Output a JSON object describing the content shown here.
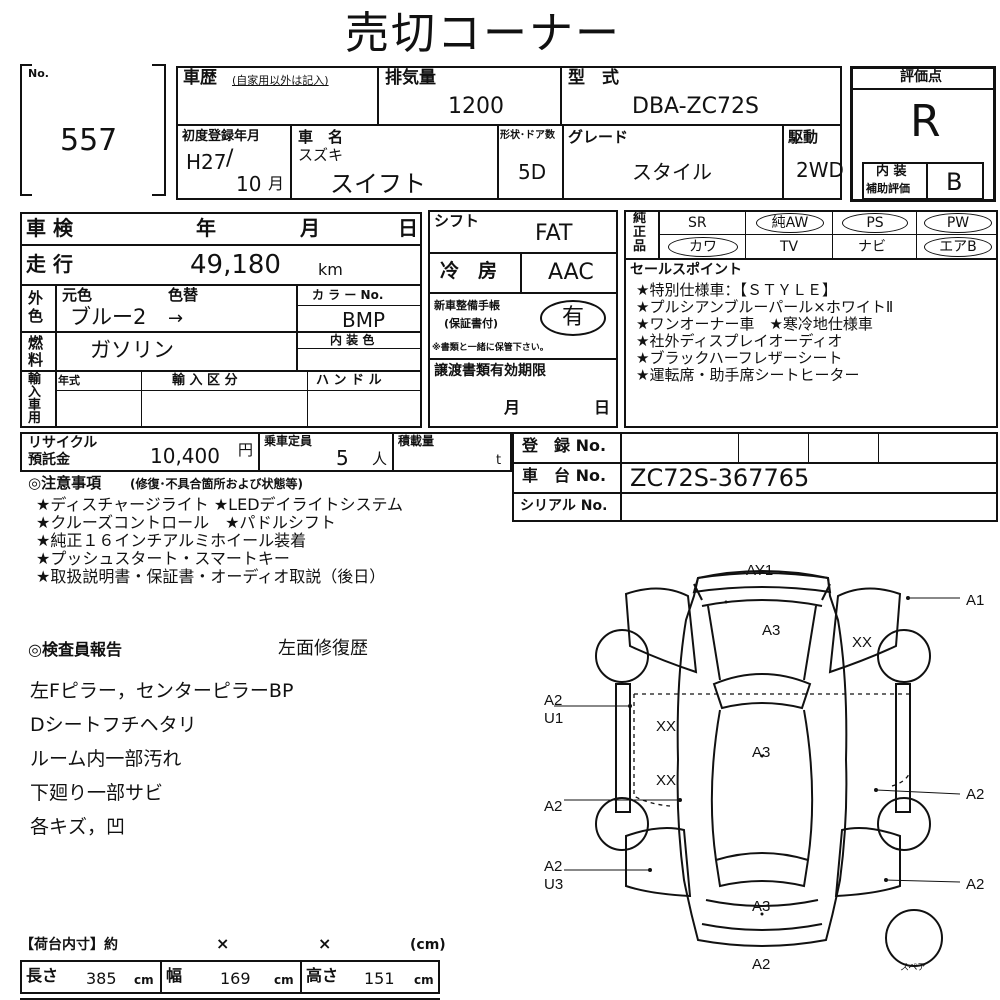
{
  "title": "売切コーナー",
  "no_label": "No.",
  "no_value": "557",
  "history": {
    "label": "車歴",
    "note": "(自家用以外は記入)"
  },
  "displacement": {
    "label": "排気量",
    "value": "1200"
  },
  "model": {
    "label": "型　式",
    "value": "DBA-ZC72S"
  },
  "rating": {
    "label": "評価点",
    "value": "R",
    "interior_label_1": "内 装",
    "interior_label_2": "補助評価",
    "interior_value": "B"
  },
  "first_reg": {
    "label": "初度登録年月",
    "era": "H27",
    "month_num": "10",
    "month_unit": "月"
  },
  "car_name": {
    "label": "車　名",
    "maker": "スズキ",
    "name": "スイフト"
  },
  "doors": {
    "label": "形状･ドア数",
    "value": "5D"
  },
  "grade": {
    "label": "グレード",
    "value": "スタイル"
  },
  "drive": {
    "label": "駆動",
    "value": "2WD"
  },
  "inspection": {
    "label": "車 検",
    "year": "年",
    "month": "月",
    "day": "日"
  },
  "mileage": {
    "label": "走 行",
    "value": "49,180",
    "unit": "km"
  },
  "color": {
    "side": "外色",
    "original_label": "元色",
    "changed_label": "色替",
    "value": "ブルー2",
    "arrow": "→",
    "code_label": "カ ラ ー No.",
    "code_value": "BMP"
  },
  "fuel": {
    "side": "燃料",
    "value": "ガソリン",
    "interior_color_label": "内 装 色"
  },
  "import": {
    "side": "輸入車用",
    "year_label": "年式",
    "division_label": "輸 入 区 分",
    "handle_label": "ハ ン ド ル"
  },
  "shift": {
    "label": "シフト",
    "value": "FAT"
  },
  "ac": {
    "label": "冷　房",
    "value": "AAC"
  },
  "warranty": {
    "label_1": "新車整備手帳",
    "label_2": "(保証書付)",
    "value": "有",
    "note": "※書類と一緒に保管下さい。"
  },
  "transfer": {
    "label": "譲渡書類有効期限",
    "month": "月",
    "day": "日"
  },
  "equipment": {
    "side": "純正品",
    "row1": [
      "SR",
      "純AW",
      "PS",
      "PW"
    ],
    "row2": [
      "カワ",
      "TV",
      "ナビ",
      "エアB"
    ]
  },
  "sales_points": {
    "title": "セールスポイント",
    "lines": [
      "★特別仕様車：【ＳＴＹＬＥ】",
      "★プルシアンブルーパール×ホワイトⅡ",
      "★ワンオーナー車　★寒冷地仕様車",
      "★社外ディスプレイオーディオ",
      "★ブラックハーフレザーシート",
      "★運転席・助手席シートヒーター"
    ]
  },
  "recycle": {
    "label_1": "リサイクル",
    "label_2": "預託金",
    "value": "10,400",
    "unit": "円"
  },
  "capacity": {
    "label": "乗車定員",
    "value": "5",
    "unit": "人"
  },
  "load": {
    "label": "積載量",
    "unit": "t"
  },
  "registration": {
    "label": "登　録 No.",
    "chassis_label": "車　台 No.",
    "chassis_value": "ZC72S-367765",
    "serial_label": "シリアル No."
  },
  "notes": {
    "title": "◎注意事項",
    "title_note": "(修復･不具合箇所および状態等)",
    "lines": [
      "★ディスチャージライト ★LEDデイライトシステム",
      "★クルーズコントロール　★パドルシフト",
      "★純正１６インチアルミホイール装着",
      "★プッシュスタート・スマートキー",
      "★取扱説明書・保証書・オーディオ取説（後日）"
    ]
  },
  "inspector": {
    "title": "◎検査員報告",
    "note": "左面修復歴",
    "lines": [
      "左Fピラー，センターピラーBP",
      "Dシートフチヘタリ",
      "ルーム内一部汚れ",
      "下廻り一部サビ",
      "各キズ，凹"
    ]
  },
  "diagram": {
    "labels": [
      "AY1",
      "A1",
      "A3",
      "XX",
      "A2",
      "U1",
      "XX",
      "A3",
      "XX",
      "A2",
      "A2",
      "A2",
      "U3",
      "A2",
      "A3",
      "A2",
      "スペア"
    ]
  },
  "cargo": {
    "title": "【荷台内寸】約",
    "x1": "×",
    "x2": "×",
    "unit": "(cm)",
    "length_label": "長さ",
    "length_value": "385",
    "length_unit": "cm",
    "width_label": "幅",
    "width_value": "169",
    "width_unit": "cm",
    "height_label": "高さ",
    "height_value": "151",
    "height_unit": "cm"
  }
}
